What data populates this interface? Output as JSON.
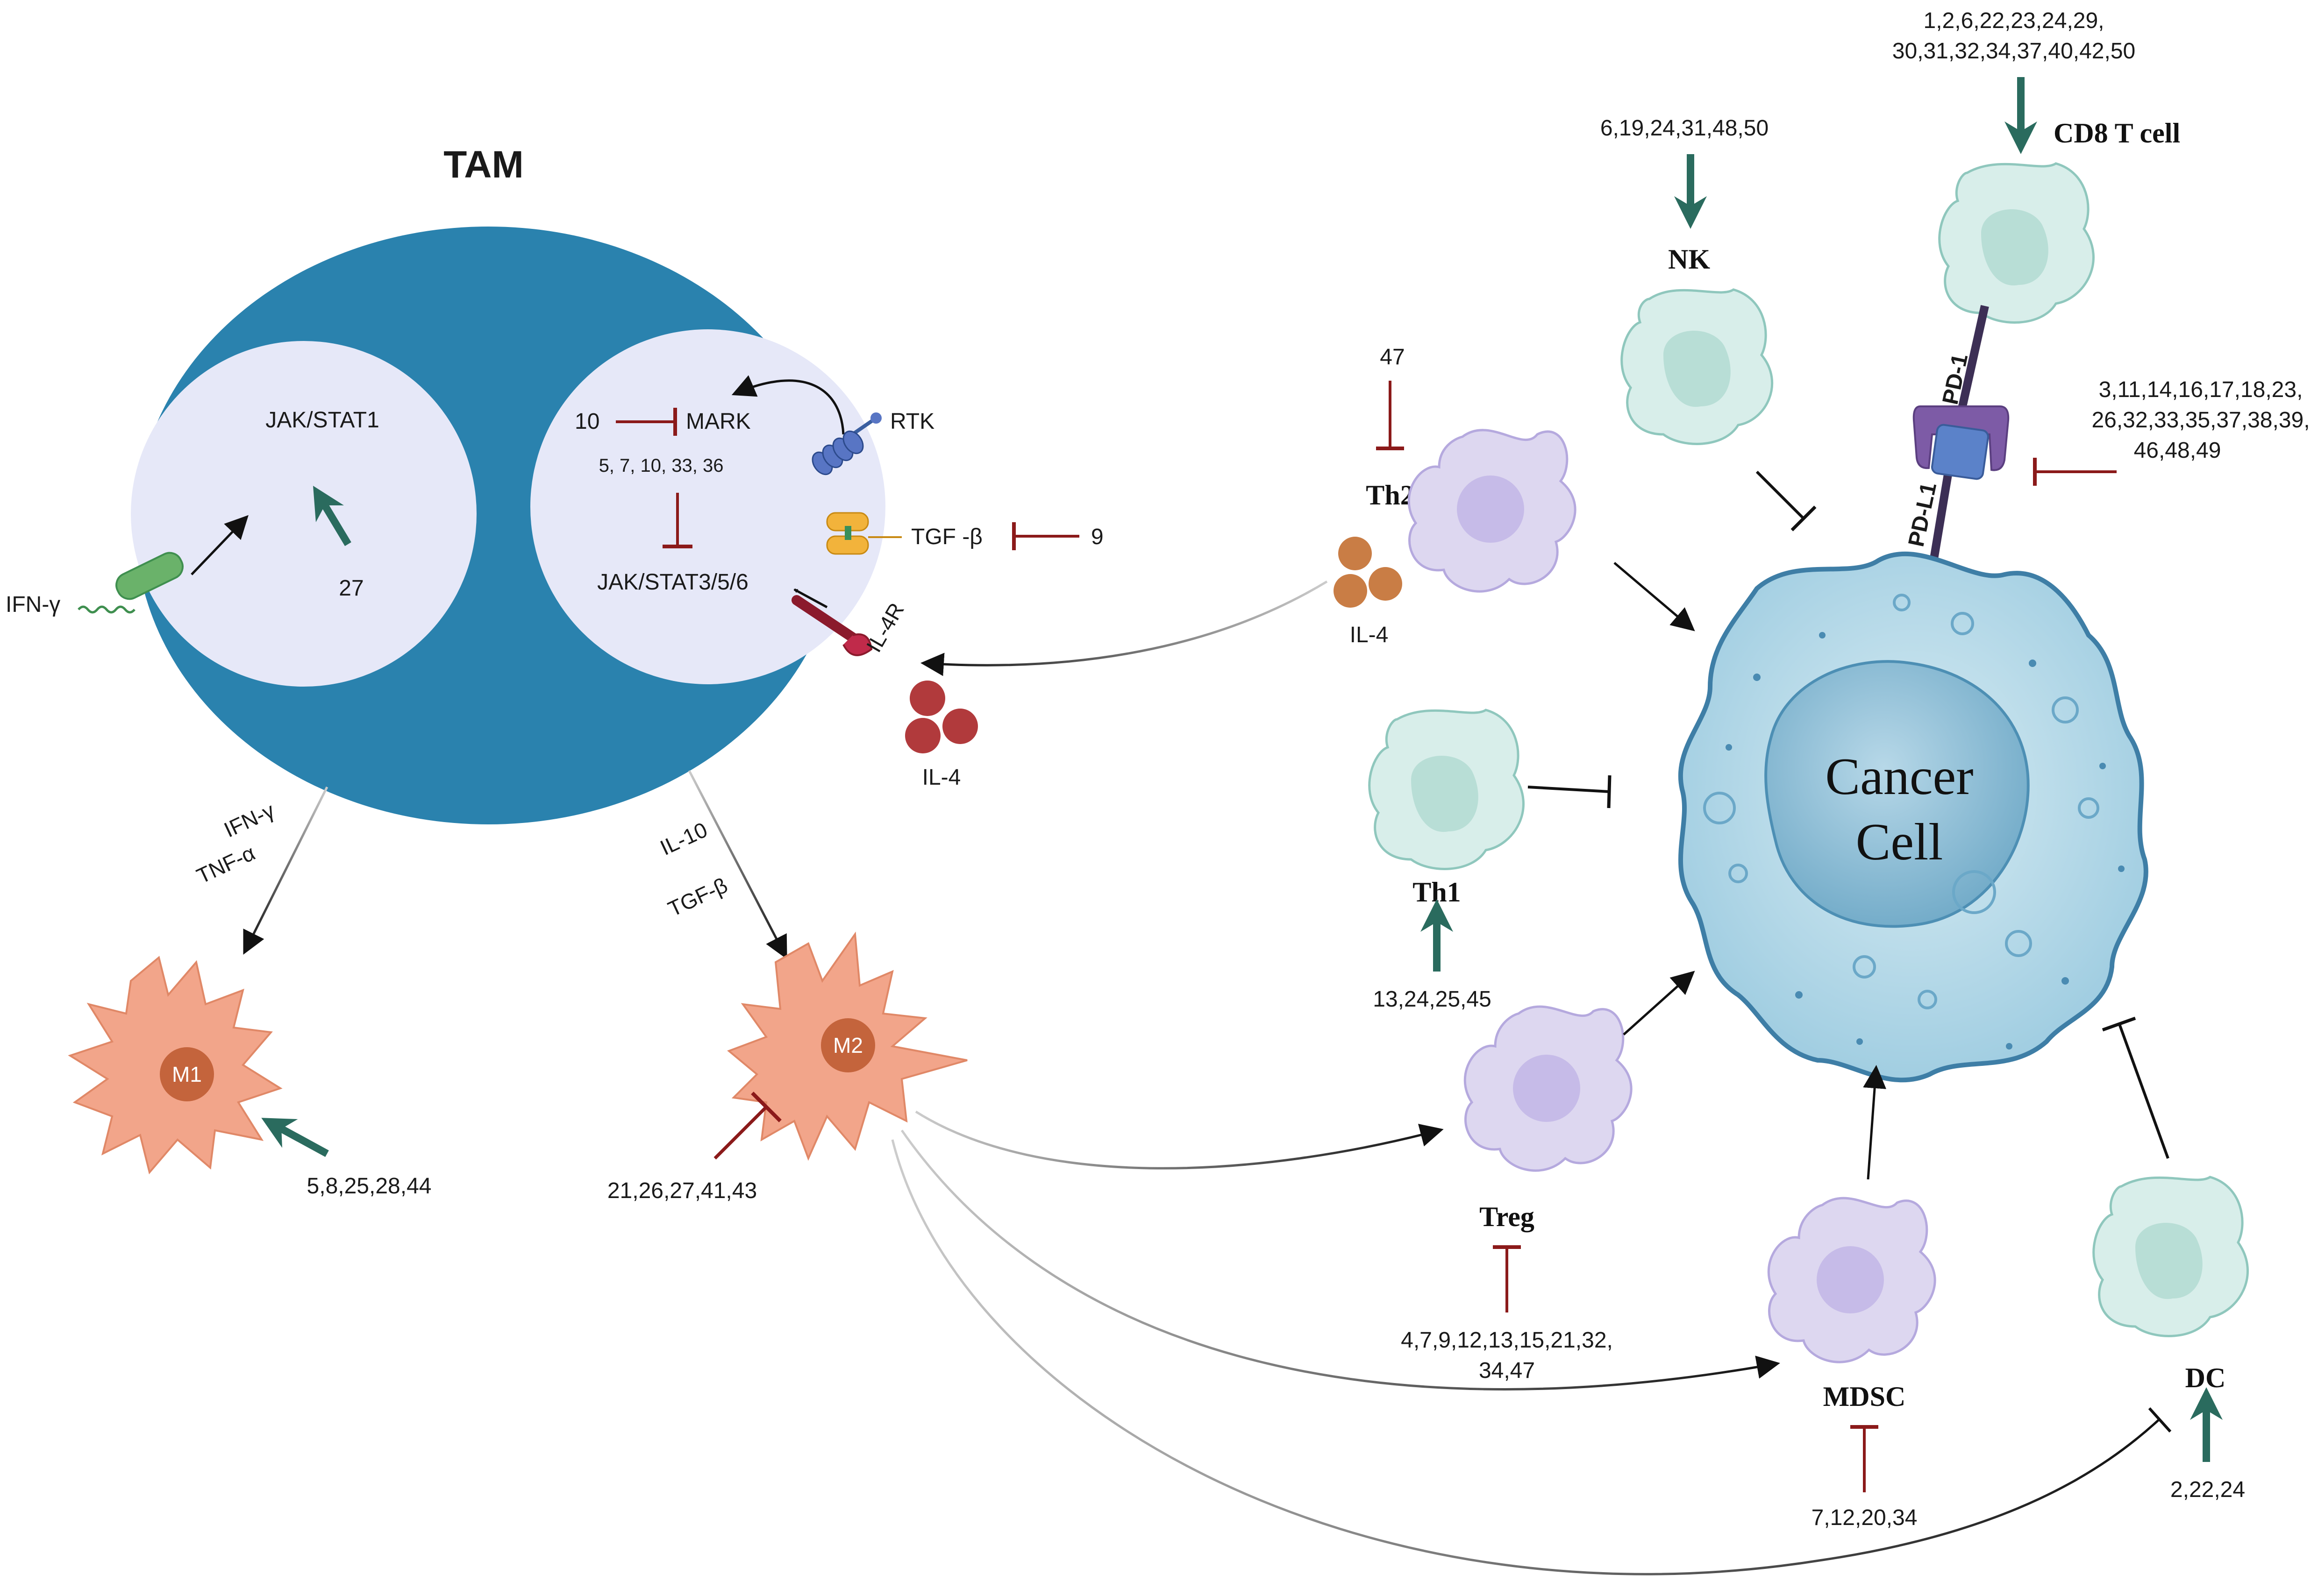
{
  "colors": {
    "tam_body": "#2a82ae",
    "nucleus": "#e6e8f8",
    "activation_arrow": "#2a6b5e",
    "inhibition": "#8b1a1a",
    "line_black": "#111111",
    "cancer_cell": "#b9dce8",
    "cancer_nucleus": "#8fc0d6",
    "teal_cell": "#d8eeea",
    "purple_cell": "#ddd7f0",
    "macrophage": "#f2a58a",
    "macrophage_core": "#c4643c",
    "cytokine_brown": "#c97d45",
    "cytokine_red": "#b13a3c",
    "pd1": "#7d5ba6",
    "pdl1": "#5b82c9"
  },
  "tam": {
    "title": "TAM",
    "left_nucleus_label": "JAK/STAT1",
    "ref_27": "27",
    "ifn_label": "IFN-γ",
    "mark_label": "MARK",
    "ref_10": "10",
    "rtk_label": "RTK",
    "stat_refs": "5, 7, 10, 33, 36",
    "stat356_label": "JAK/STAT3/5/6",
    "tgfb_label": "TGF -β",
    "ref_9": "9",
    "il4r_label": "IL-4R",
    "il4_label": "IL-4"
  },
  "m1": {
    "label": "M1",
    "stimuli_1": "IFN-γ",
    "stimuli_2": "TNF-α",
    "refs": "5,8,25,28,44"
  },
  "m2": {
    "label": "M2",
    "stimuli_1": "IL-10",
    "stimuli_2": "TGF-β",
    "refs": "21,26,27,41,43"
  },
  "th2": {
    "label": "Th2",
    "ref": "47",
    "il4_label": "IL-4"
  },
  "th1": {
    "label": "Th1",
    "refs": "13,24,25,45"
  },
  "nk": {
    "label": "NK",
    "refs": "6,19,24,31,48,50"
  },
  "cd8": {
    "label": "CD8 T cell",
    "refs_line1": "1,2,6,22,23,24,29,",
    "refs_line2": "30,31,32,34,37,40,42,50"
  },
  "checkpoint": {
    "pd1_label": "PD-1",
    "pdl1_label": "PD-L1",
    "refs_line1": "3,11,14,16,17,18,23,",
    "refs_line2": "26,32,33,35,37,38,39,",
    "refs_line3": "46,48,49"
  },
  "cancer": {
    "label_line1": "Cancer",
    "label_line2": "Cell"
  },
  "treg": {
    "label": "Treg",
    "refs_line1": "4,7,9,12,13,15,21,32,",
    "refs_line2": "34,47"
  },
  "mdsc": {
    "label": "MDSC",
    "refs": "7,12,20,34"
  },
  "dc": {
    "label": "DC",
    "refs": "2,22,24"
  }
}
